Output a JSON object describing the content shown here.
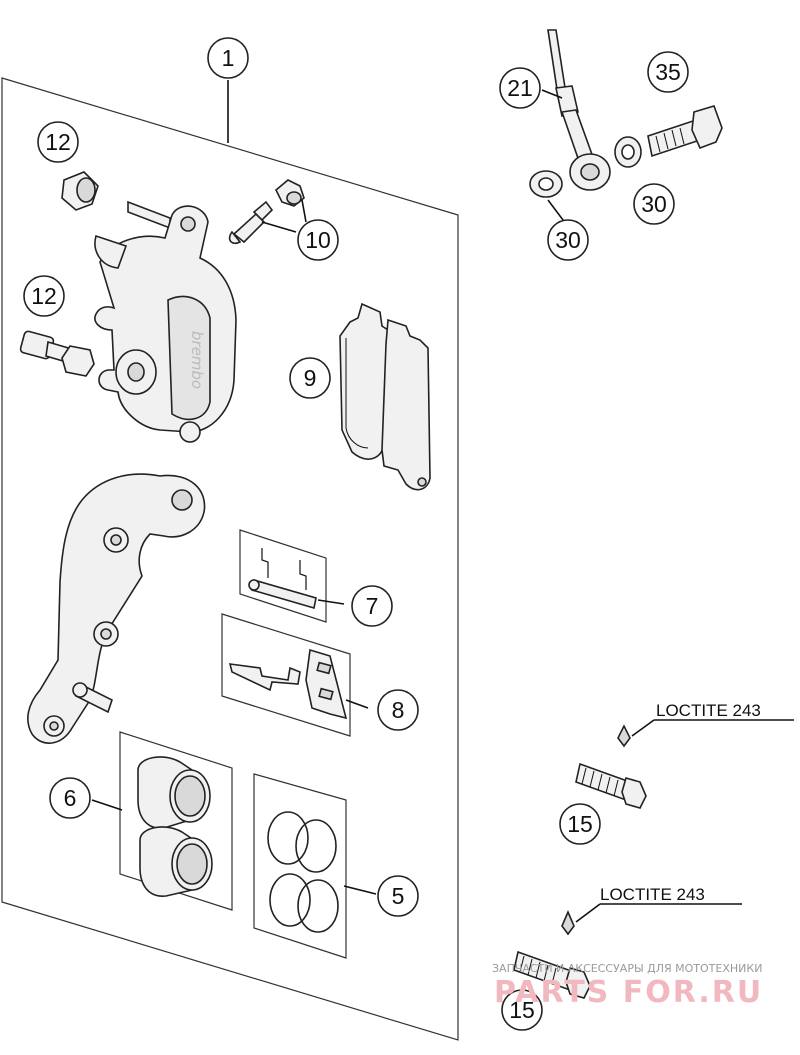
{
  "callouts": {
    "c1": "1",
    "c12a": "12",
    "c12b": "12",
    "c10": "10",
    "c9": "9",
    "c7": "7",
    "c8": "8",
    "c6": "6",
    "c5": "5",
    "c21": "21",
    "c35": "35",
    "c30a": "30",
    "c30b": "30",
    "c15a": "15",
    "c15b": "15"
  },
  "notes": {
    "loctite_a": "LOCTITE 243",
    "loctite_b": "LOCTITE 243"
  },
  "caliper_brand": "brembo",
  "watermark": {
    "tagline": "ЗАПЧАСТИ И АКСЕССУАРЫ ДЛЯ МОТОТЕХНИКИ",
    "logo": "PARTS FOR.RU"
  },
  "colors": {
    "line": "#222222",
    "part_fill": "#f1f1f1",
    "watermark_logo": "#f2b8bf"
  }
}
